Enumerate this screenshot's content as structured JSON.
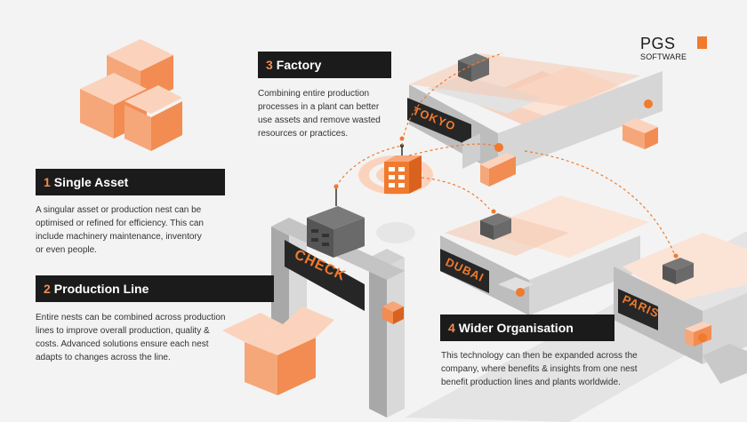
{
  "logo": {
    "main": "PGS",
    "sub": "SOFTWARE"
  },
  "sections": [
    {
      "num": "1",
      "title": "Single Asset",
      "desc": [
        "A singular asset or production nest can be",
        "optimised or refined for efficiency. This can",
        "include machinery maintenance, inventory",
        "or even people."
      ]
    },
    {
      "num": "2",
      "title": "Production Line",
      "desc": [
        "Entire nests can be combined across production",
        "lines to improve overall production, quality &",
        "costs. Advanced solutions ensure each nest",
        "adapts to changes across the line."
      ]
    },
    {
      "num": "3",
      "title": "Factory",
      "desc": [
        "Combining entire production",
        "processes in a plant can better",
        "use assets and remove wasted",
        "resources or practices."
      ]
    },
    {
      "num": "4",
      "title": "Wider Organisation",
      "desc": [
        "This technology can then be expanded across the",
        "company, where benefits & insights from one nest",
        "benefit production lines and plants worldwide."
      ]
    }
  ],
  "signs": {
    "check": "CHECK",
    "tokyo": "TOKYO",
    "dubai": "DUBAI",
    "paris": "PARIS"
  },
  "colors": {
    "accent": "#f07a2e",
    "dark": "#1b1b1b",
    "background": "#f3f3f3"
  }
}
